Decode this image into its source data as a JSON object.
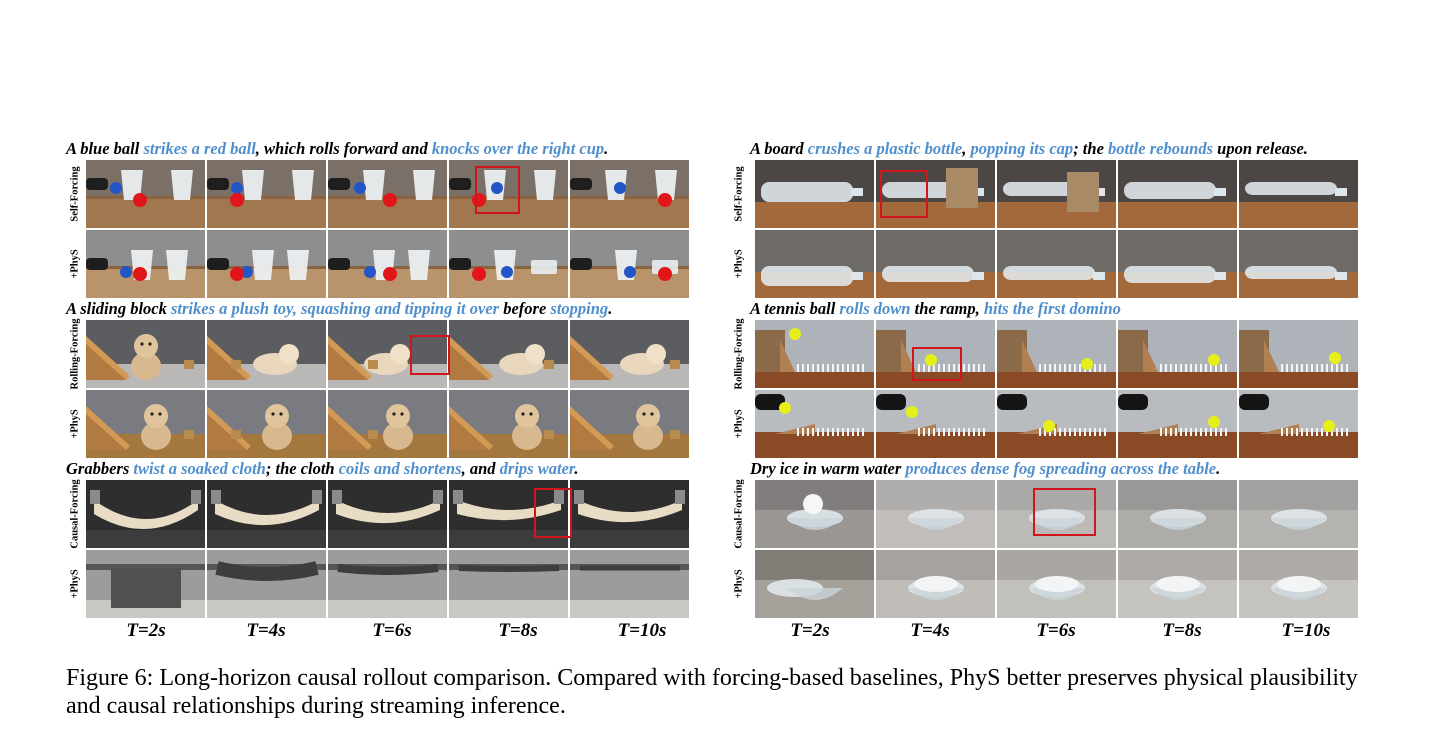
{
  "figure": {
    "number_label": "Figure 6:",
    "caption": "Long-horizon causal rollout comparison. Compared with forcing-based baselines, PhyS better preserves physical plausibility and causal relationships during streaming inference."
  },
  "time_labels": [
    "T=2s",
    "T=4s",
    "T=6s",
    "T=8s",
    "T=10s"
  ],
  "colors": {
    "highlight": "#4f8fcc",
    "redbox": "#d0151d"
  },
  "panels": [
    {
      "caption_segments": [
        {
          "text": "A blue ball ",
          "hl": false
        },
        {
          "text": "strikes a red ball",
          "hl": true
        },
        {
          "text": ", which rolls forward and ",
          "hl": false
        },
        {
          "text": "knocks over the right cup",
          "hl": true
        },
        {
          "text": ".",
          "hl": false
        }
      ],
      "rows": [
        {
          "label": "Self-Forcing",
          "scene": "cups"
        },
        {
          "label": "+PhyS",
          "scene": "cups2"
        }
      ]
    },
    {
      "caption_segments": [
        {
          "text": "A sliding block ",
          "hl": false
        },
        {
          "text": "strikes a plush toy, squashing and tipping it over",
          "hl": true
        },
        {
          "text": " before ",
          "hl": false
        },
        {
          "text": "stopping",
          "hl": true
        },
        {
          "text": ".",
          "hl": false
        }
      ],
      "rows": [
        {
          "label": "Rolling-Forcing",
          "scene": "toy"
        },
        {
          "label": "+PhyS",
          "scene": "toy2"
        }
      ]
    },
    {
      "caption_segments": [
        {
          "text": "Grabbers ",
          "hl": false
        },
        {
          "text": "twist a soaked cloth",
          "hl": true
        },
        {
          "text": "; the cloth ",
          "hl": false
        },
        {
          "text": "coils and shortens",
          "hl": true
        },
        {
          "text": ", and ",
          "hl": false
        },
        {
          "text": "drips water",
          "hl": true
        },
        {
          "text": ".",
          "hl": false
        }
      ],
      "rows": [
        {
          "label": "Causal-Forcing",
          "scene": "cloth"
        },
        {
          "label": "+PhyS",
          "scene": "cloth2"
        }
      ]
    },
    {
      "caption_segments": [
        {
          "text": "A board ",
          "hl": false
        },
        {
          "text": "crushes a plastic bottle",
          "hl": true
        },
        {
          "text": ", ",
          "hl": false
        },
        {
          "text": "popping its cap",
          "hl": true
        },
        {
          "text": "; the ",
          "hl": false
        },
        {
          "text": "bottle rebounds",
          "hl": true
        },
        {
          "text": " upon release.",
          "hl": false
        }
      ],
      "rows": [
        {
          "label": "Self-Forcing",
          "scene": "bottle"
        },
        {
          "label": "+PhyS",
          "scene": "bottle2"
        }
      ]
    },
    {
      "caption_segments": [
        {
          "text": "A tennis ball ",
          "hl": false
        },
        {
          "text": "rolls down",
          "hl": true
        },
        {
          "text": " the ramp, ",
          "hl": false
        },
        {
          "text": "hits the first domino",
          "hl": true
        }
      ],
      "rows": [
        {
          "label": "Rolling-Forcing",
          "scene": "domino"
        },
        {
          "label": "+PhyS",
          "scene": "domino2"
        }
      ]
    },
    {
      "caption_segments": [
        {
          "text": "Dry ice in warm water ",
          "hl": false
        },
        {
          "text": "produces dense fog spreading across the table",
          "hl": true
        },
        {
          "text": ".",
          "hl": false
        }
      ],
      "rows": [
        {
          "label": "Causal-Forcing",
          "scene": "ice"
        },
        {
          "label": "+PhyS",
          "scene": "ice2"
        }
      ]
    }
  ]
}
